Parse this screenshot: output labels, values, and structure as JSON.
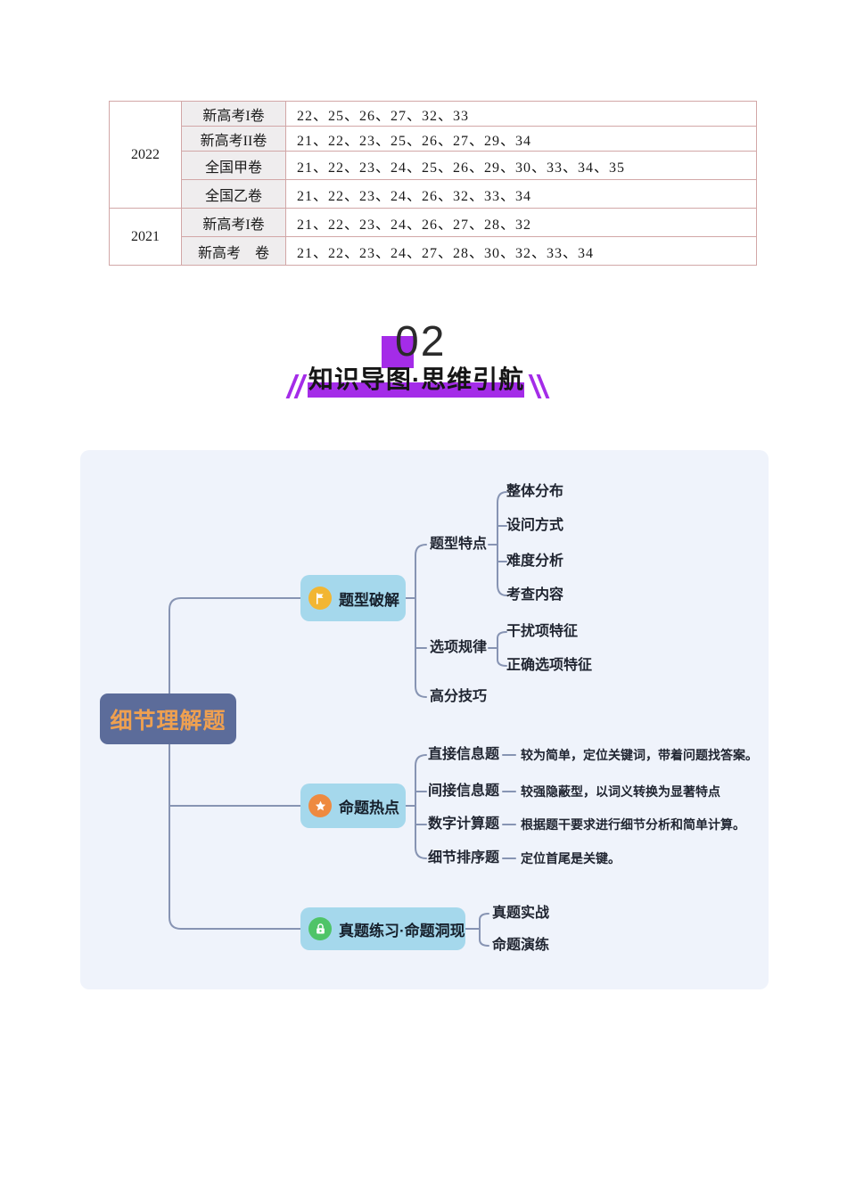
{
  "header": {
    "section_number": "02",
    "section_title": "知识导图·思维引航"
  },
  "table": {
    "groups": [
      {
        "year": "2022",
        "rows": [
          {
            "exam": "新高考I卷",
            "numbers": "22、25、26、27、32、33"
          },
          {
            "exam": "新高考II卷",
            "numbers": "21、22、23、25、26、27、29、34"
          },
          {
            "exam": "全国甲卷",
            "numbers": "21、22、23、24、25、26、29、30、33、34、35"
          },
          {
            "exam": "全国乙卷",
            "numbers": "21、22、23、24、26、32、33、34"
          }
        ]
      },
      {
        "year": "2021",
        "rows": [
          {
            "exam": "新高考I卷",
            "numbers": "21、22、23、24、26、27、28、32"
          },
          {
            "exam": "新高考　卷",
            "numbers": "21、22、23、24、27、28、30、32、33、34"
          }
        ]
      }
    ]
  },
  "mindmap": {
    "root": "细节理解题",
    "branches": [
      {
        "label": "题型破解",
        "icon": "flag-icon",
        "children": [
          {
            "label": "题型特点",
            "children": [
              {
                "label": "整体分布"
              },
              {
                "label": "设问方式"
              },
              {
                "label": "难度分析"
              },
              {
                "label": "考查内容"
              }
            ]
          },
          {
            "label": "选项规律",
            "children": [
              {
                "label": "干扰项特征"
              },
              {
                "label": "正确选项特征"
              }
            ]
          },
          {
            "label": "高分技巧",
            "children": []
          }
        ]
      },
      {
        "label": "命题热点",
        "icon": "star-icon",
        "children": [
          {
            "label": "直接信息题",
            "desc": "较为简单，定位关键词，带着问题找答案。"
          },
          {
            "label": "间接信息题",
            "desc": "较强隐蔽型，以词义转换为显著特点"
          },
          {
            "label": "数字计算题",
            "desc": "根据题干要求进行细节分析和简单计算。"
          },
          {
            "label": "细节排序题",
            "desc": "定位首尾是关键。"
          }
        ]
      },
      {
        "label": "真题练习·命题洞现",
        "icon": "lock-icon",
        "children": [
          {
            "label": "真题实战"
          },
          {
            "label": "命题演练"
          }
        ]
      }
    ]
  },
  "colors": {
    "accent_purple": "#a42ce8",
    "table_border": "#d2a7a7",
    "table_exam_bg": "#efedee",
    "panel_bg": "#eff3fb",
    "root_bg": "#5c6c9a",
    "root_text": "#efa050",
    "branch_bg": "#a5d8ec",
    "icon_yellow": "#f2b632",
    "icon_orange": "#ee8a40",
    "icon_green": "#4fc468",
    "connector_line": "#8794b3"
  }
}
